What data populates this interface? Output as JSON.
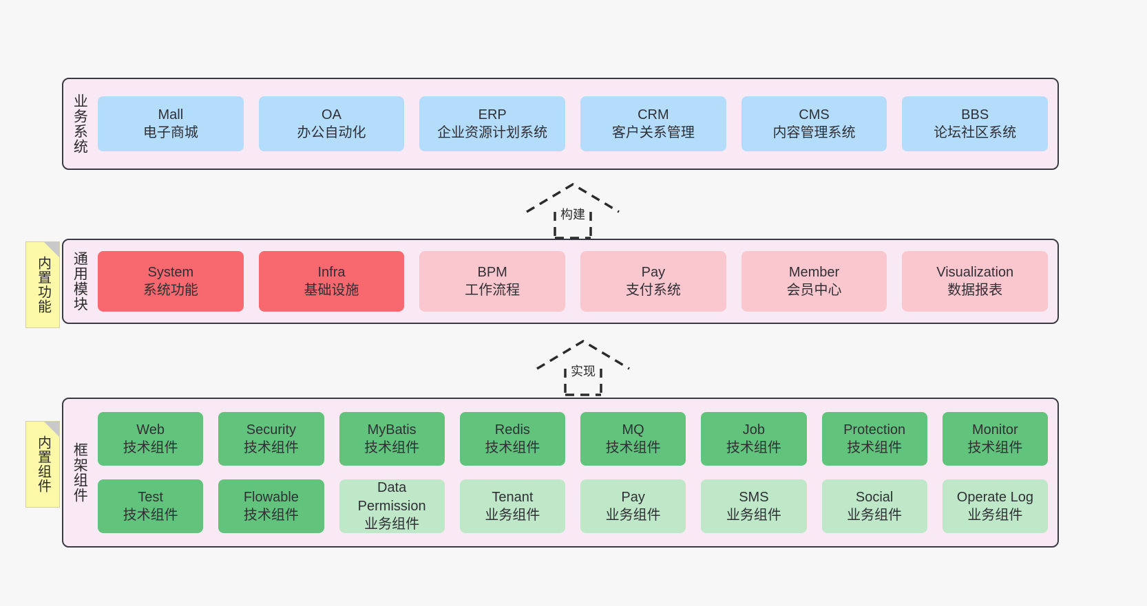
{
  "diagram": {
    "background_color": "#f7f7f7",
    "panel_bg": "#f8e9f5",
    "panel_border": "#3a3a42"
  },
  "layers": [
    {
      "id": "business-systems",
      "label": "业务系统",
      "rows": [
        [
          {
            "en": "Mall",
            "cn": "电子商城",
            "style": "blue"
          },
          {
            "en": "OA",
            "cn": "办公自动化",
            "style": "blue"
          },
          {
            "en": "ERP",
            "cn": "企业资源计划系统",
            "style": "blue"
          },
          {
            "en": "CRM",
            "cn": "客户关系管理",
            "style": "blue"
          },
          {
            "en": "CMS",
            "cn": "内容管理系统",
            "style": "blue"
          },
          {
            "en": "BBS",
            "cn": "论坛社区系统",
            "style": "blue"
          }
        ]
      ]
    },
    {
      "id": "common-modules",
      "label": "通用模块",
      "note": "内置功能",
      "rows": [
        [
          {
            "en": "System",
            "cn": "系统功能",
            "style": "red"
          },
          {
            "en": "Infra",
            "cn": "基础设施",
            "style": "red"
          },
          {
            "en": "BPM",
            "cn": "工作流程",
            "style": "pink"
          },
          {
            "en": "Pay",
            "cn": "支付系统",
            "style": "pink"
          },
          {
            "en": "Member",
            "cn": "会员中心",
            "style": "pink"
          },
          {
            "en": "Visualization",
            "cn": "数据报表",
            "style": "pink"
          }
        ]
      ]
    },
    {
      "id": "framework-components",
      "label": "框架组件",
      "note": "内置组件",
      "rows": [
        [
          {
            "en": "Web",
            "cn": "技术组件",
            "style": "green"
          },
          {
            "en": "Security",
            "cn": "技术组件",
            "style": "green"
          },
          {
            "en": "MyBatis",
            "cn": "技术组件",
            "style": "green"
          },
          {
            "en": "Redis",
            "cn": "技术组件",
            "style": "green"
          },
          {
            "en": "MQ",
            "cn": "技术组件",
            "style": "green"
          },
          {
            "en": "Job",
            "cn": "技术组件",
            "style": "green"
          },
          {
            "en": "Protection",
            "cn": "技术组件",
            "style": "green"
          },
          {
            "en": "Monitor",
            "cn": "技术组件",
            "style": "green"
          }
        ],
        [
          {
            "en": "Test",
            "cn": "技术组件",
            "style": "green"
          },
          {
            "en": "Flowable",
            "cn": "技术组件",
            "style": "green"
          },
          {
            "en": "Data Permission",
            "cn": "业务组件",
            "style": "lightgreen"
          },
          {
            "en": "Tenant",
            "cn": "业务组件",
            "style": "lightgreen"
          },
          {
            "en": "Pay",
            "cn": "业务组件",
            "style": "lightgreen"
          },
          {
            "en": "SMS",
            "cn": "业务组件",
            "style": "lightgreen"
          },
          {
            "en": "Social",
            "cn": "业务组件",
            "style": "lightgreen"
          },
          {
            "en": "Operate Log",
            "cn": "业务组件",
            "style": "lightgreen"
          }
        ]
      ]
    }
  ],
  "connectors": [
    {
      "id": "build",
      "label": "构建"
    },
    {
      "id": "implement",
      "label": "实现"
    }
  ],
  "colors": {
    "blue": "#b4ddfb",
    "red": "#f7696e",
    "pink": "#fbc7cf",
    "green": "#62c47c",
    "light_green": "#bfe8c9",
    "note_yellow": "#fbf8a8",
    "panel": "#f8e9f5"
  }
}
